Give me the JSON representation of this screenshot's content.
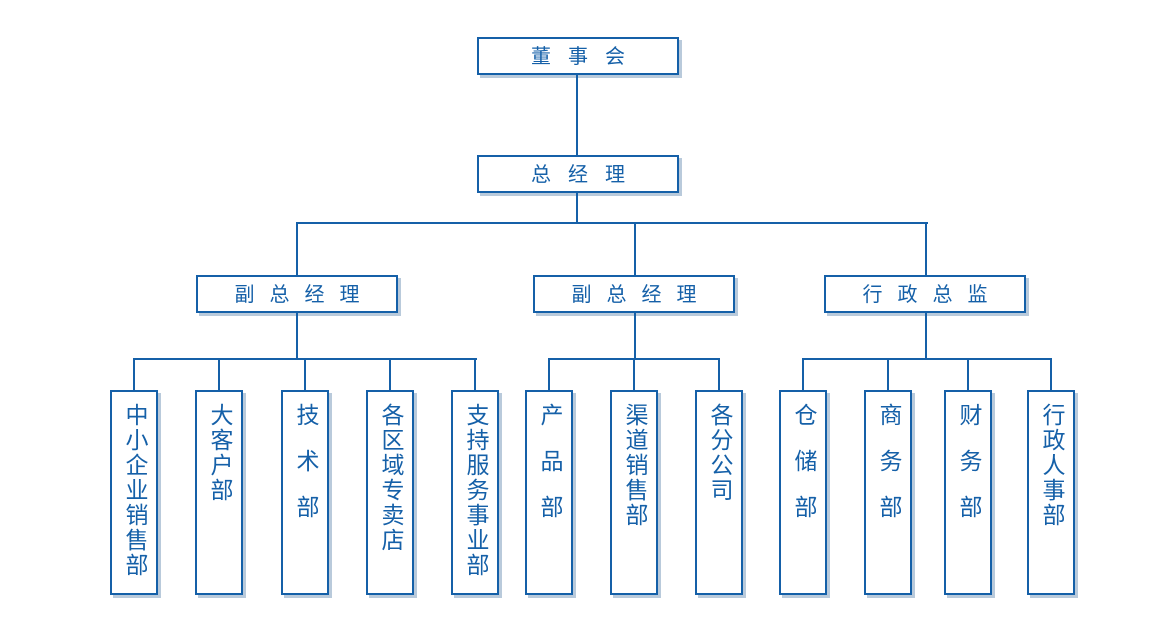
{
  "chart_title": "",
  "colors": {
    "line_blue": "#1560a8",
    "text_blue": "#1560a8",
    "box_fill": "#ffffff",
    "box_shadow": "#b9cadb",
    "background": "#ffffff"
  },
  "root": {
    "label": "董事会"
  },
  "general_manager": {
    "label": "总经理"
  },
  "executives": [
    {
      "label": "副总经理"
    },
    {
      "label": "副总经理"
    },
    {
      "label": "行政总监"
    }
  ],
  "departments": [
    {
      "label": "中小企业销售部",
      "parent": 0
    },
    {
      "label": "大客户部",
      "parent": 0
    },
    {
      "label": "技术部",
      "parent": 0
    },
    {
      "label": "各区域专卖店",
      "parent": 0
    },
    {
      "label": "支持服务事业部",
      "parent": 0
    },
    {
      "label": "产品部",
      "parent": 1
    },
    {
      "label": "渠道销售部",
      "parent": 1
    },
    {
      "label": "各分公司",
      "parent": 1
    },
    {
      "label": "仓储部",
      "parent": 2
    },
    {
      "label": "商务部",
      "parent": 2
    },
    {
      "label": "财务部",
      "parent": 2
    },
    {
      "label": "行政人事部",
      "parent": 2
    }
  ]
}
